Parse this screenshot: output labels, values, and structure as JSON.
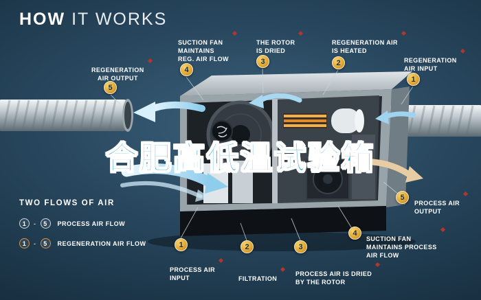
{
  "title": {
    "bold": "HOW",
    "light": "IT WORKS"
  },
  "watermark": "合肥高低温试验箱",
  "callouts": [
    {
      "num": "5",
      "label": "REGENERATION\nAIR OUTPUT"
    },
    {
      "num": "4",
      "label": "SUCTION FAN\nMAINTAINS\nREG. AIR FLOW"
    },
    {
      "num": "3",
      "label": "THE ROTOR\nIS DRIED"
    },
    {
      "num": "2",
      "label": "REGENERATION AIR\nIS HEATED"
    },
    {
      "num": "1",
      "label": "REGENERATION\nAIR INPUT"
    },
    {
      "num": "5",
      "label": "PROCESS AIR\nOUTPUT"
    },
    {
      "num": "4",
      "label": "SUCTION FAN\nMAINTAINS PROCESS\nAIR FLOW"
    },
    {
      "num": "3",
      "label": "PROCESS AIR IS DRIED\nBY THE ROTOR"
    },
    {
      "num": "2",
      "label": "FILTRATION"
    },
    {
      "num": "1",
      "label": "PROCESS AIR\nINPUT"
    }
  ],
  "legend": {
    "title": "TWO FLOWS OF AIR",
    "separator": "-",
    "rows": [
      {
        "from": "1",
        "to": "5",
        "label": "PROCESS AIR FLOW"
      },
      {
        "from": "1",
        "to": "5",
        "label": "REGENERATION AIR FLOW"
      }
    ]
  },
  "colors": {
    "badge_gold": "#dfa32f",
    "marker_red": "#b5342c",
    "arrow_blue": "#8ecdec",
    "arrow_tan": "#e8cda4",
    "watermark_blue": "#2b9fd8",
    "background": "#28475e"
  }
}
